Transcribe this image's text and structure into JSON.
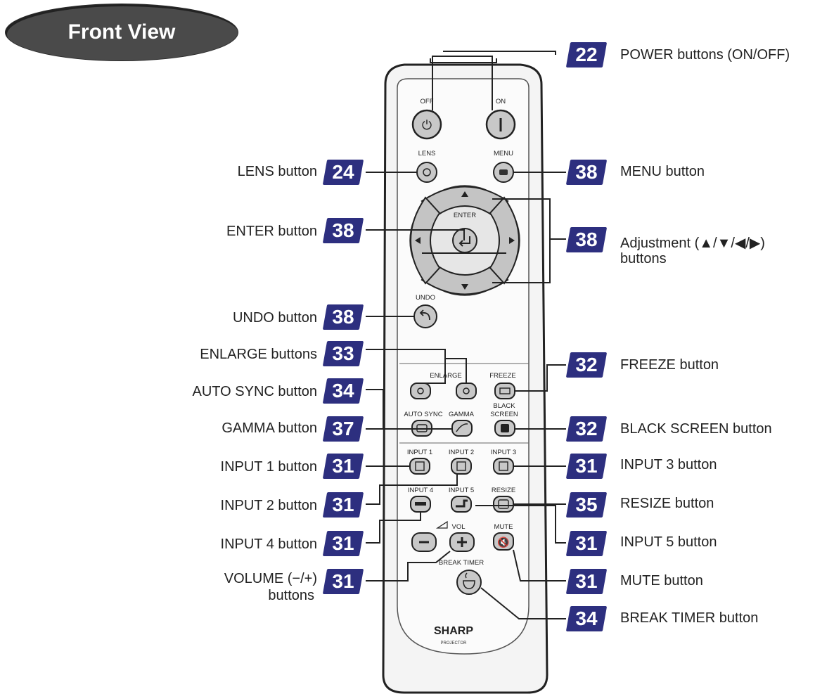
{
  "title": "Front View",
  "brand": "SHARP",
  "sub_brand": "PROJECTOR",
  "remote_labels": {
    "off": "OFF",
    "on": "ON",
    "lens": "LENS",
    "menu": "MENU",
    "enter": "ENTER",
    "undo": "UNDO",
    "enlarge": "ENLARGE",
    "freeze": "FREEZE",
    "black": "BLACK",
    "screen": "SCREEN",
    "autosync": "AUTO SYNC",
    "gamma": "GAMMA",
    "input1": "INPUT 1",
    "input2": "INPUT 2",
    "input3": "INPUT 3",
    "input4": "INPUT 4",
    "input5": "INPUT 5",
    "resize": "RESIZE",
    "vol": "VOL",
    "mute": "MUTE",
    "breaktimer": "BREAK TIMER"
  },
  "callouts_left": [
    {
      "label": "LENS button",
      "page": "24"
    },
    {
      "label": "ENTER button",
      "page": "38"
    },
    {
      "label": "UNDO button",
      "page": "38"
    },
    {
      "label": "ENLARGE buttons",
      "page": "33"
    },
    {
      "label": "AUTO SYNC  button",
      "page": "34"
    },
    {
      "label": "GAMMA button",
      "page": "37"
    },
    {
      "label": "INPUT 1 button",
      "page": "31"
    },
    {
      "label": "INPUT 2 button",
      "page": "31"
    },
    {
      "label": "INPUT 4 button",
      "page": "31"
    },
    {
      "label": "VOLUME (−/+)",
      "label2": "buttons",
      "page": "31"
    }
  ],
  "callouts_right": [
    {
      "label": "POWER buttons (ON/OFF)",
      "page": "22"
    },
    {
      "label": "MENU button",
      "page": "38"
    },
    {
      "label": "Adjustment (▲/▼/◀/▶)",
      "label2": "buttons",
      "page": "38"
    },
    {
      "label": "FREEZE button",
      "page": "32"
    },
    {
      "label": "BLACK SCREEN button",
      "page": "32"
    },
    {
      "label": "INPUT 3 button",
      "page": "31"
    },
    {
      "label": "RESIZE button",
      "page": "35"
    },
    {
      "label": "INPUT 5 button",
      "page": "31"
    },
    {
      "label": "MUTE button",
      "page": "31"
    },
    {
      "label": "BREAK TIMER button",
      "page": "34"
    }
  ]
}
